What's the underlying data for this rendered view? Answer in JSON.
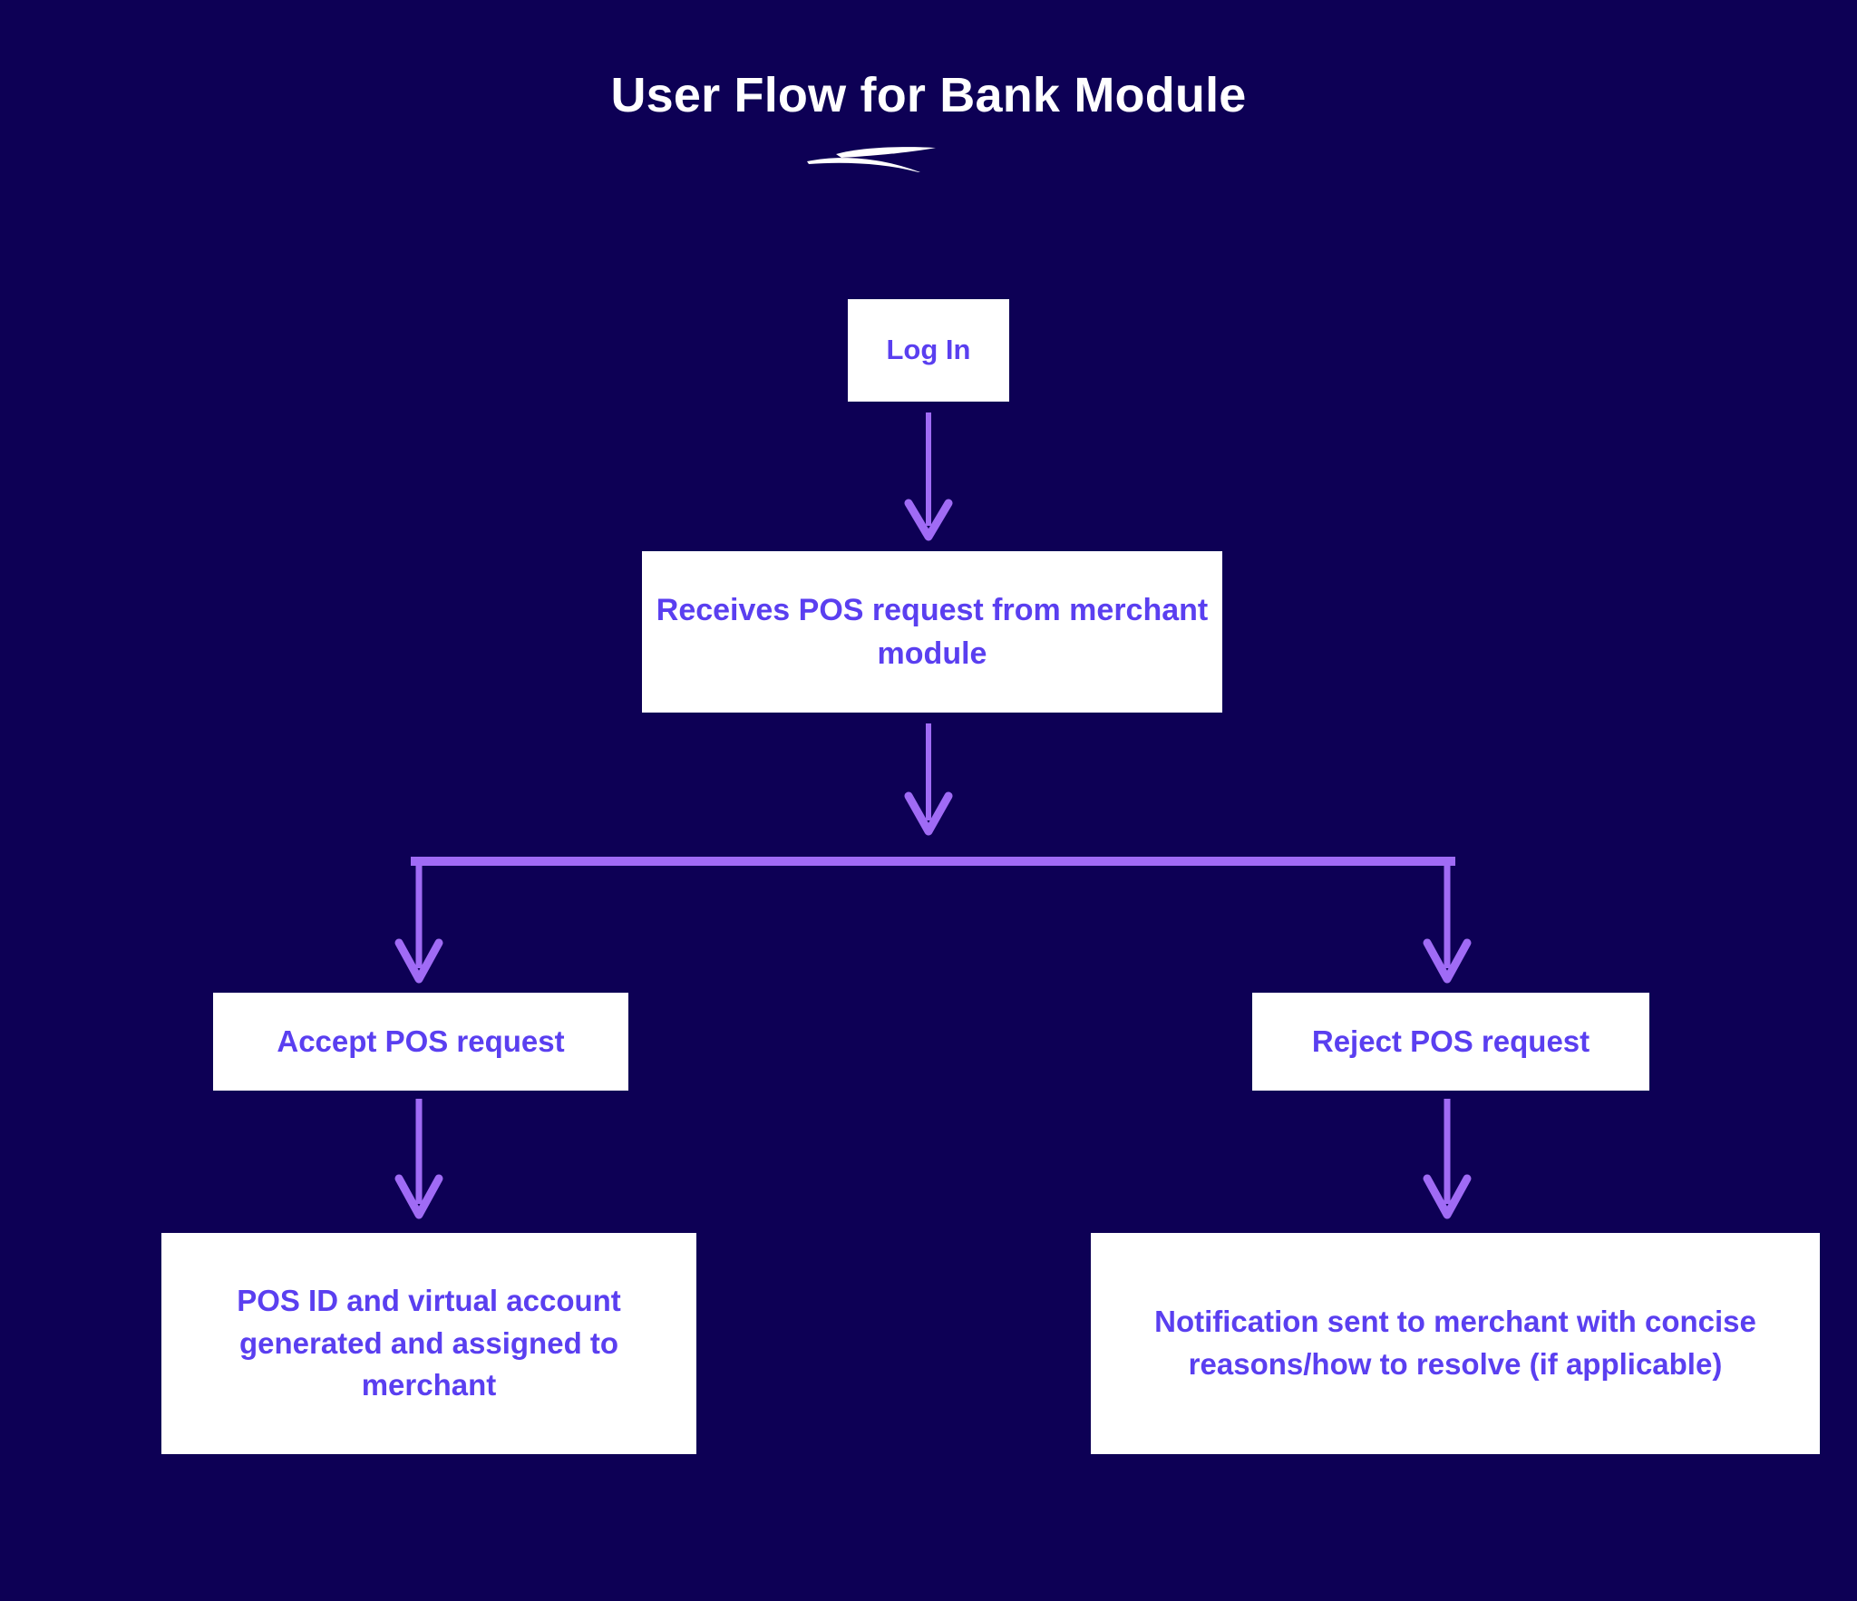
{
  "page": {
    "title": "User Flow for Bank Module",
    "background_color": "#0d0055",
    "title_color": "#ffffff",
    "node_fill_color": "#ffffff",
    "node_text_color": "#5a3ff0",
    "connector_color": "#a06bf5"
  },
  "diagram": {
    "type": "flowchart",
    "direction": "top-down",
    "nodes": [
      {
        "id": "login",
        "label": "Log In"
      },
      {
        "id": "receives",
        "label": "Receives POS request from merchant module"
      },
      {
        "id": "accept",
        "label": "Accept POS request"
      },
      {
        "id": "reject",
        "label": "Reject POS request"
      },
      {
        "id": "posid",
        "label": "POS ID and virtual account  generated and assigned to merchant"
      },
      {
        "id": "notify",
        "label": "Notification sent to merchant with concise reasons/how to resolve (if applicable)"
      }
    ],
    "edges": [
      {
        "from": "login",
        "to": "receives",
        "style": "arrow"
      },
      {
        "from": "receives",
        "to": "accept",
        "style": "branch-arrow"
      },
      {
        "from": "receives",
        "to": "reject",
        "style": "branch-arrow"
      },
      {
        "from": "accept",
        "to": "posid",
        "style": "arrow"
      },
      {
        "from": "reject",
        "to": "notify",
        "style": "arrow"
      }
    ]
  }
}
